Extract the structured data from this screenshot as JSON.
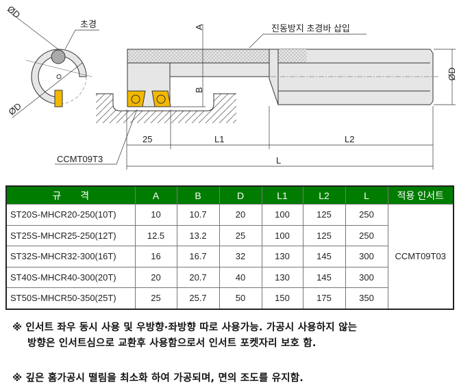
{
  "diagram": {
    "labels": {
      "phi_d_top": "ØD",
      "phi_d_bottom": "ØD",
      "phi_d_right": "ØD",
      "carbide": "초경",
      "anti_vibration": "진동방지 초경바 삽입",
      "dim_a": "A",
      "dim_b": "B",
      "dim_25": "25",
      "dim_l1": "L1",
      "dim_l2": "L2",
      "dim_l": "L",
      "insert": "CCMT09T3"
    },
    "colors": {
      "insert": "#f2b800",
      "body": "#e6e6e6",
      "header": "#007d00"
    }
  },
  "table": {
    "headers": [
      "규　　격",
      "A",
      "B",
      "D",
      "L1",
      "L2",
      "L",
      "적용 인서트"
    ],
    "rows": [
      [
        "ST20S-MHCR20-250(10T)",
        "10",
        "10.7",
        "20",
        "100",
        "125",
        "250"
      ],
      [
        "ST25S-MHCR25-250(12T)",
        "12.5",
        "13.2",
        "25",
        "100",
        "125",
        "250"
      ],
      [
        "ST32S-MHCR32-300(16T)",
        "16",
        "16.7",
        "32",
        "130",
        "145",
        "300"
      ],
      [
        "ST40S-MHCR40-300(20T)",
        "20",
        "20.7",
        "40",
        "130",
        "145",
        "300"
      ],
      [
        "ST50S-MHCR50-350(25T)",
        "25",
        "25.7",
        "50",
        "150",
        "175",
        "350"
      ]
    ],
    "insert": "CCMT09T03"
  },
  "notes": [
    "※ 인서트 좌우 동시 사용 및 우방향·좌방향 따로 사용가능. 가공시 사용하지 않는",
    "방향은 인서트심으로 교환후 사용함으로서 인서트 포켓자리 보호 함.",
    "※ 깊은 홈가공시 떨림을 최소화 하여 가공되며, 면의 조도를 유지함."
  ]
}
